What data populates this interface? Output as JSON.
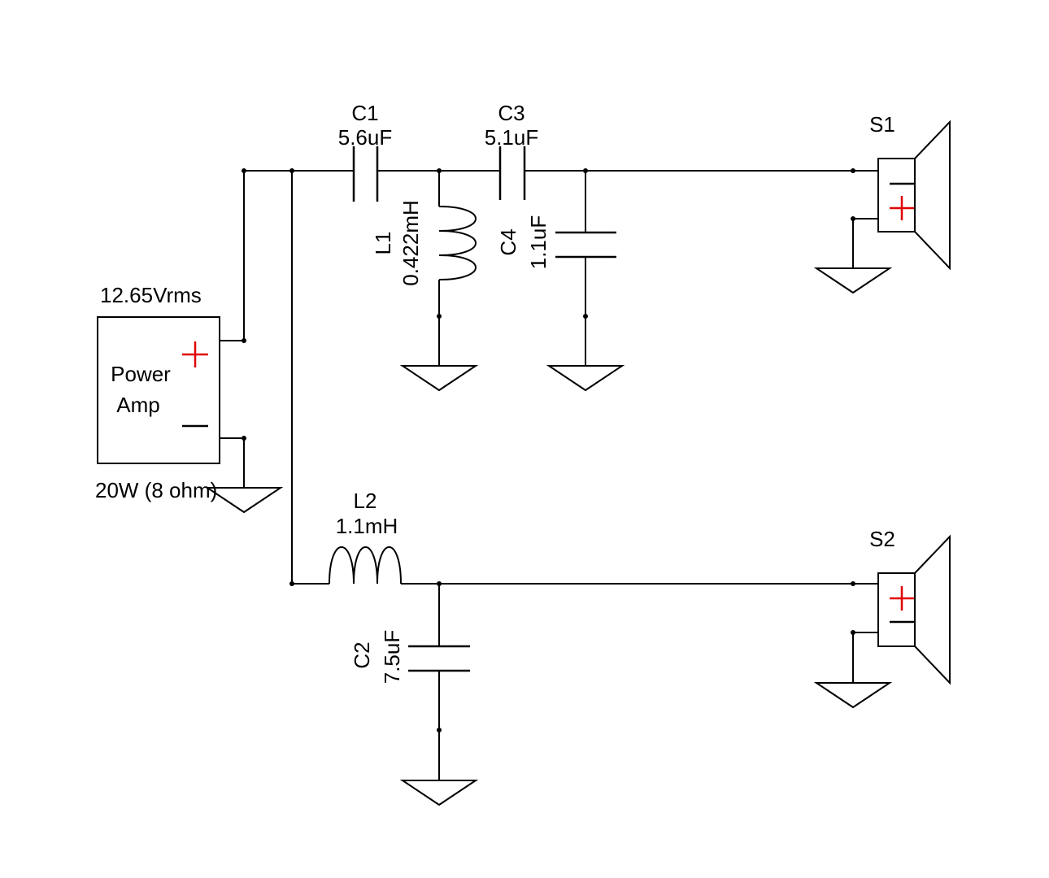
{
  "amp": {
    "voltage": "12.65Vrms",
    "label_line1": "Power",
    "label_line2": "Amp",
    "rating": "20W (8 ohm)"
  },
  "components": {
    "C1": {
      "ref": "C1",
      "value": "5.6uF"
    },
    "C3": {
      "ref": "C3",
      "value": "5.1uF"
    },
    "L1": {
      "ref": "L1",
      "value": "0.422mH"
    },
    "C4": {
      "ref": "C4",
      "value": "1.1uF"
    },
    "L2": {
      "ref": "L2",
      "value": "1.1mH"
    },
    "C2": {
      "ref": "C2",
      "value": "7.5uF"
    }
  },
  "speakers": {
    "S1": {
      "ref": "S1"
    },
    "S2": {
      "ref": "S2"
    }
  },
  "colors": {
    "wire": "#000000",
    "positive_sign": "#e00000",
    "background": "#ffffff"
  }
}
